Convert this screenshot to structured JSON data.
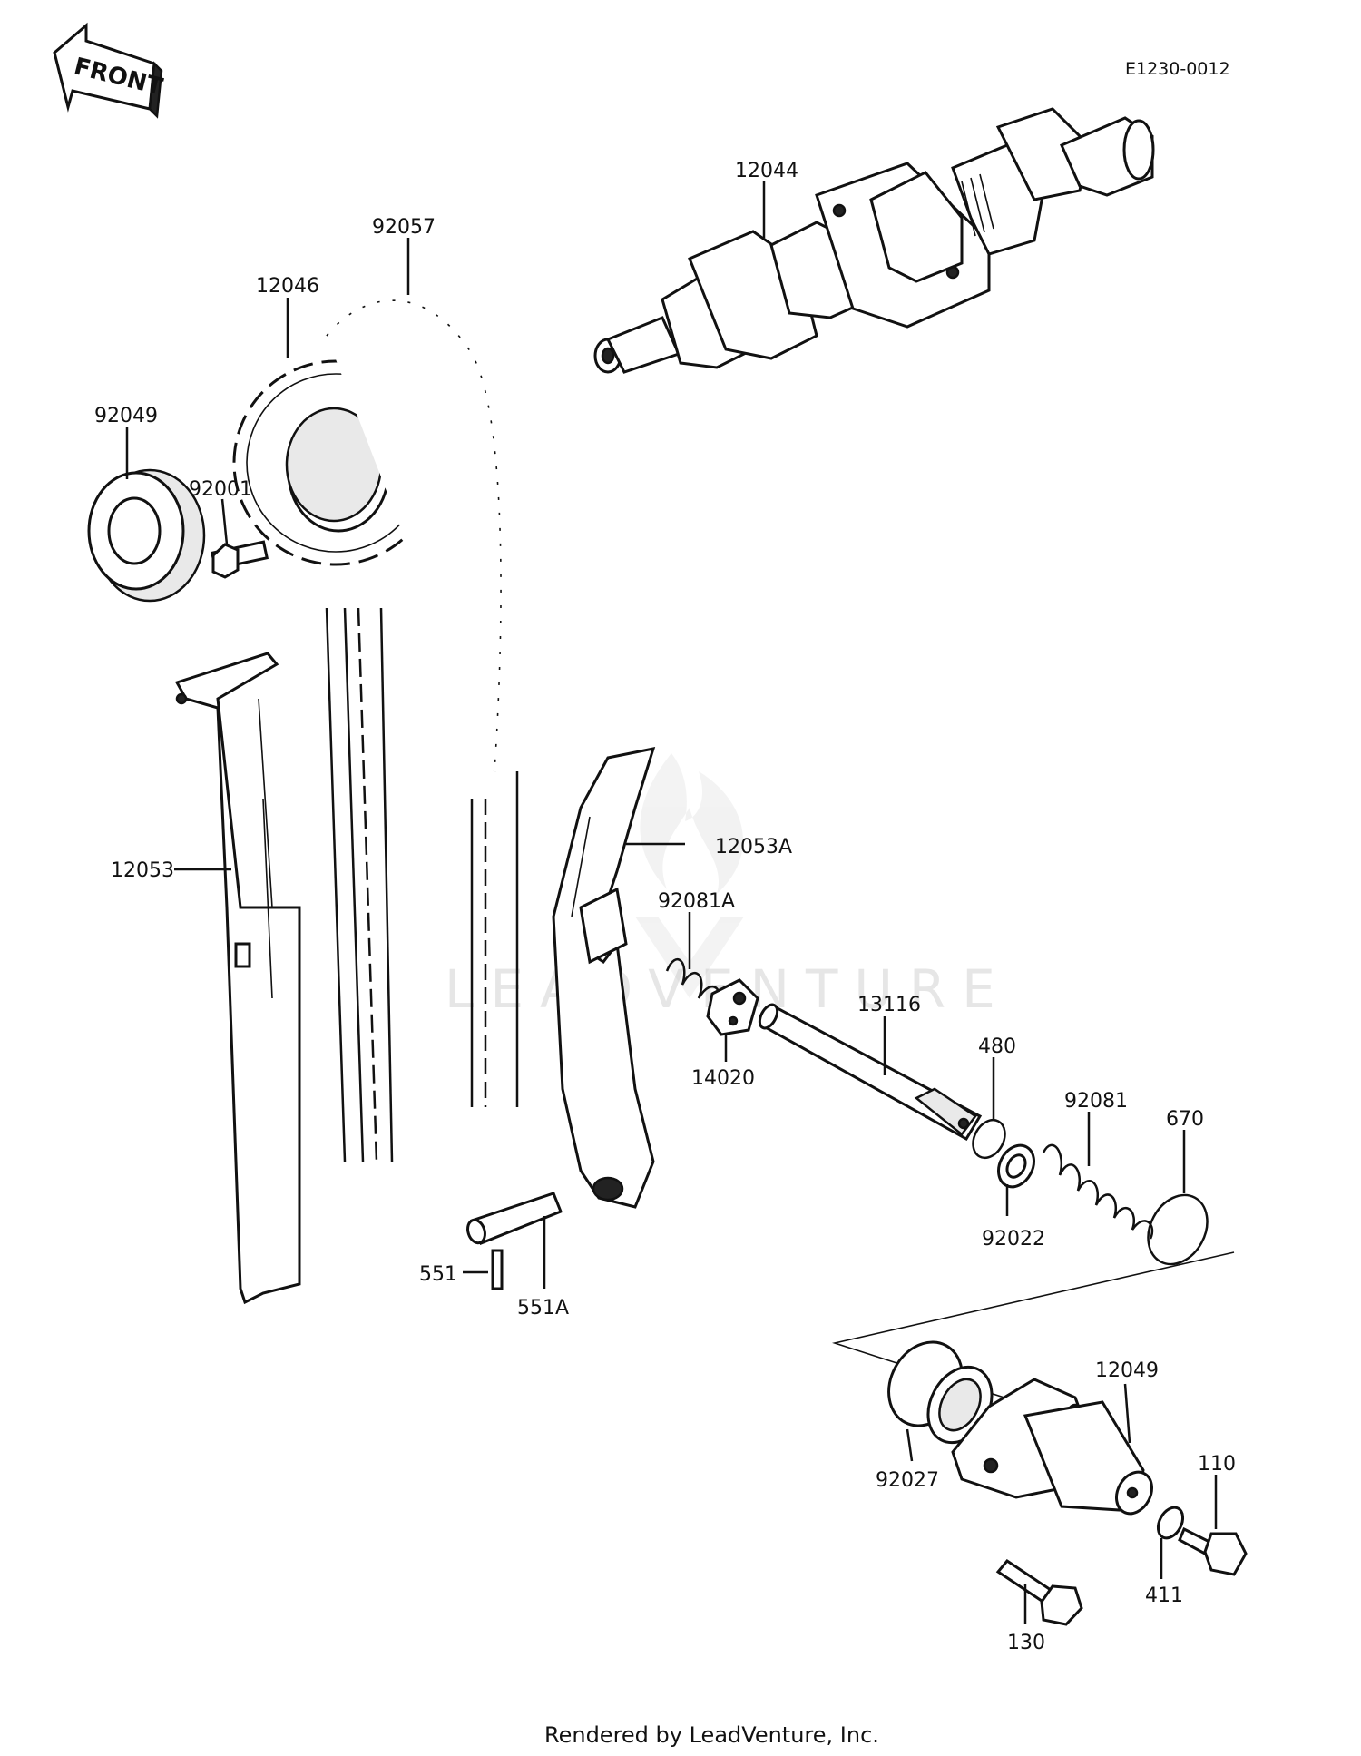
{
  "diagram_code": "E1230-0012",
  "front_label": "FRONT",
  "watermark": "LEADVENTURE",
  "footer": "Rendered by LeadVenture, Inc.",
  "parts": [
    {
      "id": "p12044",
      "label": "12044"
    },
    {
      "id": "p92057",
      "label": "92057"
    },
    {
      "id": "p12046",
      "label": "12046"
    },
    {
      "id": "p92049",
      "label": "92049"
    },
    {
      "id": "p92001",
      "label": "92001"
    },
    {
      "id": "p12053",
      "label": "12053"
    },
    {
      "id": "p12053A",
      "label": "12053A"
    },
    {
      "id": "p92081A",
      "label": "92081A"
    },
    {
      "id": "p13116",
      "label": "13116"
    },
    {
      "id": "p14020",
      "label": "14020"
    },
    {
      "id": "p480",
      "label": "480"
    },
    {
      "id": "p92081",
      "label": "92081"
    },
    {
      "id": "p670",
      "label": "670"
    },
    {
      "id": "p92022",
      "label": "92022"
    },
    {
      "id": "p551",
      "label": "551"
    },
    {
      "id": "p551A",
      "label": "551A"
    },
    {
      "id": "p12049",
      "label": "12049"
    },
    {
      "id": "p92027",
      "label": "92027"
    },
    {
      "id": "p110",
      "label": "110"
    },
    {
      "id": "p411",
      "label": "411"
    },
    {
      "id": "p130",
      "label": "130"
    }
  ]
}
